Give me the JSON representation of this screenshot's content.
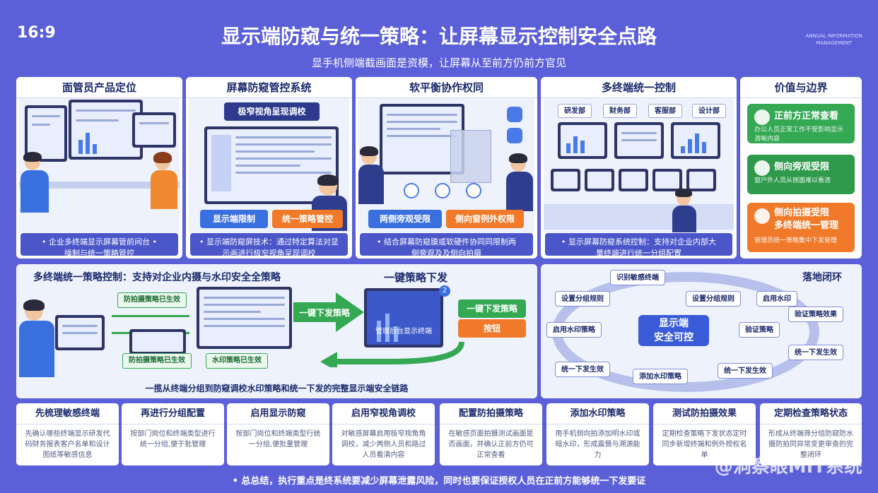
{
  "corner_label": "16:9",
  "watermark_tr": [
    "ANNUAL INFORMATION",
    "MANAGEMENT"
  ],
  "title": "显示端防窥与统一策略：让屏幕显示控制安全点路",
  "subtitle": "显手机侧端截画面是资模，让屏幕从至前方仍前方官见",
  "panels": [
    {
      "title": "面管员产品定位",
      "caption": "• 企业多终端显示屏幕管前间台 •\n操制与统一策略管控"
    },
    {
      "title": "屏幕防窥管控系统",
      "banner": "极窄视角呈现调校",
      "btn1": "显示端限制",
      "btn2": "统一策略管控",
      "caption": "• 显示端防窥屏技术：通过特定算法对显\n示画进行极窄视角呈现调校"
    },
    {
      "title": "软平衡协作权同",
      "btn1": "两侧旁观受限",
      "btn2": "侧向窗例外权限",
      "caption": "• 结合屏幕防窥膜或软硬件协同同限制两\n侧旁观及及侧向拍摄"
    },
    {
      "title": "多终端统一控制",
      "tags": [
        "研发部",
        "财务部",
        "客服部",
        "设计部"
      ],
      "caption": "• 显示屏幕防窥系统控制：支持对企业内部大\n量终端进行统一分组配置"
    }
  ],
  "value_panel": {
    "title": "价值与边界",
    "cards": [
      {
        "title": "正前方正常查看",
        "sub": "办公人员正常工作不受影响显示清晰内容",
        "color": "#34a853"
      },
      {
        "title": "侧向旁观受限",
        "sub": "窗户外人员从侧面难以看清",
        "color": "#2f9a4c"
      },
      {
        "title": "侧向拍摄受限\n多终端统一管理",
        "sub": "管理员统一策略集中下发管理",
        "color": "#f07a2a"
      }
    ]
  },
  "mid_left": {
    "title": "多终端统一策略控制：支持对企业内摄与水印安全全策略",
    "tag1": "防拍摄策略已生效",
    "tag2": "防拍摄策略已生效",
    "tag3": "水印策略已生效",
    "center_label": "一键下发策略",
    "screen_text": "管理后台显示终端",
    "right_title": "一键策略下发",
    "btn_green": "一键下发策略",
    "btn_orange": "按钮",
    "badge": "2",
    "footer": "一揽从终端分组到防窥调校水印策略和统一下发的完整显示端安全链路"
  },
  "mid_right": {
    "title": "落地闭环",
    "center": "显示端\n安全可控",
    "nodes": [
      "识别敏感终端",
      "设置分组规则",
      "设置分组规则",
      "启用水印策略",
      "验证策略",
      "启用水印",
      "验证策略效果",
      "统一下发生效",
      "统一下发生效",
      "添加水印策略",
      "统一下发生效"
    ]
  },
  "steps": [
    {
      "title": "先梳理敏感终端",
      "desc": "先确认哪些终端显示研发代码财务报表客户名单和设计图纸等敏感信息"
    },
    {
      "title": "再进行分组配置",
      "desc": "按部门岗位和终端类型进行统一分组,便于批管理"
    },
    {
      "title": "启用显示防窥",
      "desc": "按部门岗位和终端类型行统一分组,便批量管理"
    },
    {
      "title": "启用窄视角调校",
      "desc": "对敏感屏幕启用极窄视角角调校，减少两侧人员和路过人员看清内容"
    },
    {
      "title": "配置防拍摄策略",
      "desc": "在敏感页面拍摄测试画面是否画面，并确认正前方仍可正常查看"
    },
    {
      "title": "添加水印策略",
      "desc": "用手机侧向拍添加明水印或暗水印，形成震慑与溯源能力"
    },
    {
      "title": "测试防拍摄效果",
      "desc": "定期检查策略下发状态定时同步新增终端和例外授权名单"
    },
    {
      "title": "定期检查策略状态",
      "desc": "形成从终端筛分组防窥防水摄防拍同异常变更审查的完整闭环"
    }
  ],
  "footer": "• 总总结，执行重点是终系统要减少屏幕泄露风险，同时也要保证授权人员在正前方能够统一下发要证",
  "watermark_br": "@洞察眼MIT系统"
}
